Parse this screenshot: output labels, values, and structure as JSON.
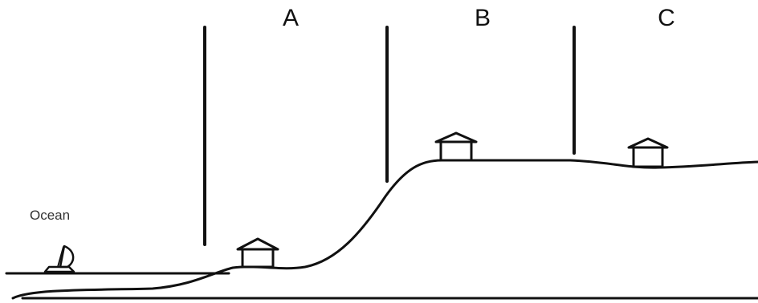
{
  "zones": [
    {
      "id": "A",
      "label": "A"
    },
    {
      "id": "B",
      "label": "B"
    },
    {
      "id": "C",
      "label": "C"
    }
  ],
  "ocean_label": "Ocean",
  "icons": {
    "house": "house-icon",
    "boat": "sailboat-icon"
  },
  "colors": {
    "ink": "#111111",
    "background": "#ffffff"
  }
}
